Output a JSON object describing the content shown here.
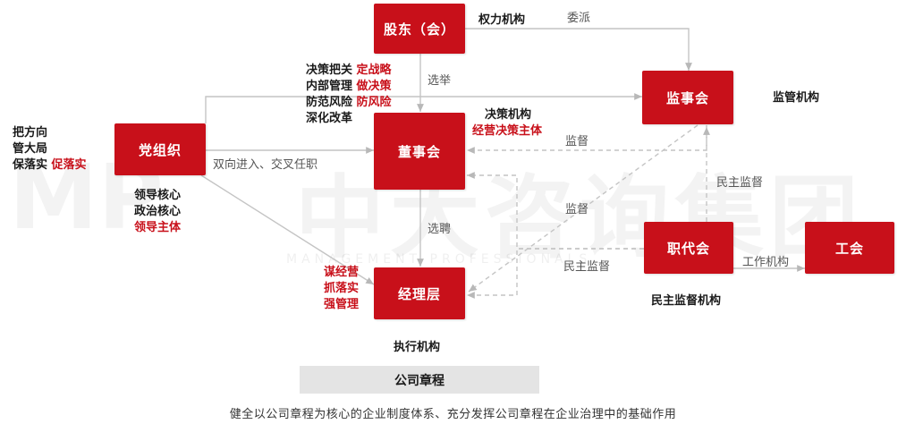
{
  "watermark": {
    "mark": "MP",
    "text": "中大咨询集团",
    "subtext": "MANAGEMENT PROFESSIONALS"
  },
  "nodes": {
    "shareholders": "股东（会）",
    "supervisory_board": "监事会",
    "party": "党组织",
    "board": "董事会",
    "management": "经理层",
    "workers_congress": "职代会",
    "union": "工会"
  },
  "labels": {
    "power_body": "权力机构",
    "supervision_body": "监管机构",
    "decision_body": "决策机构",
    "decision_body_sub": "经营决策主体",
    "execution_body": "执行机构",
    "democratic_body": "民主监督机构",
    "appoint": "委派",
    "elect": "选举",
    "hire": "选聘",
    "two_way": "双向进入、交叉任职",
    "supervise_1": "监督",
    "supervise_2": "监督",
    "democratic_supervise_1": "民主监督",
    "democratic_supervise_2": "民主监督",
    "work_body": "工作机构"
  },
  "party_left": {
    "line1": "把方向",
    "line2": "管大局",
    "line3_black": "保落实",
    "line3_red": "促落实"
  },
  "party_below": {
    "line1": "领导核心",
    "line2": "政治核心",
    "line3_red": "领导主体"
  },
  "board_duties": [
    {
      "black": "决策把关",
      "red": "定战略"
    },
    {
      "black": "内部管理",
      "red": "做决策"
    },
    {
      "black": "防范风险",
      "red": "防风险"
    },
    {
      "black": "深化改革",
      "red": ""
    }
  ],
  "management_duties": [
    "谋经营",
    "抓落实",
    "强管理"
  ],
  "charter": "公司章程",
  "caption": "健全以公司章程为核心的企业制度体系、充分发挥公司章程在企业治理中的基础作用"
}
